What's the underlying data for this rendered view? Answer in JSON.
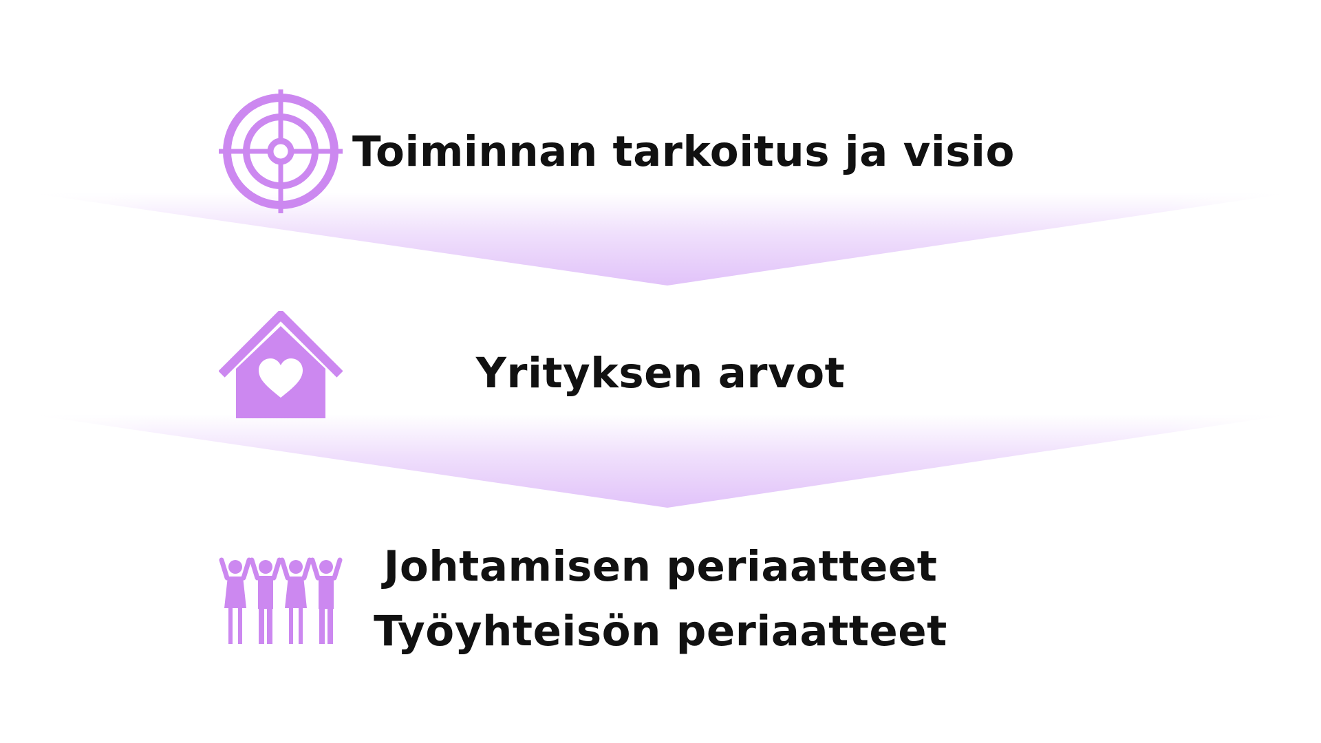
{
  "accent_color": "#cc88f0",
  "band_color": "#dcb8f8",
  "levels": [
    {
      "icon": "target-icon",
      "lines": [
        "Toiminnan tarkoitus ja visio"
      ]
    },
    {
      "icon": "house-heart-icon",
      "lines": [
        "Yrityksen arvot"
      ]
    },
    {
      "icon": "people-group-icon",
      "lines": [
        "Johtamisen periaatteet",
        "Työyhteisön periaatteet"
      ]
    }
  ]
}
